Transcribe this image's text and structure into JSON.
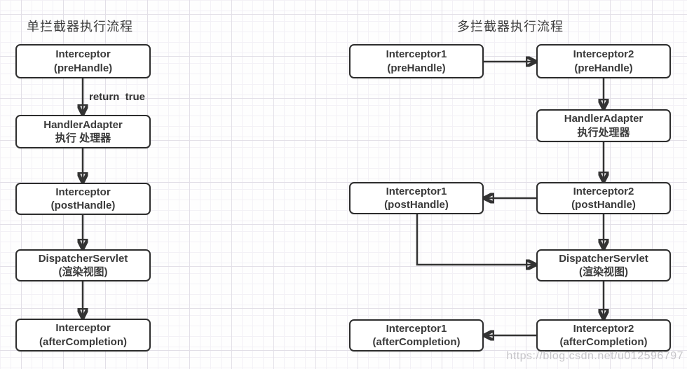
{
  "single": {
    "title": "单拦截器执行流程",
    "edge_label": "return  true",
    "nodes": {
      "prehandle": {
        "line1": "Interceptor",
        "line2": "(preHandle)"
      },
      "handler": {
        "line1": "HandlerAdapter",
        "line2": "执行 处理器"
      },
      "posthandle": {
        "line1": "Interceptor",
        "line2": "(postHandle)"
      },
      "dispatcher": {
        "line1": "DispatcherServlet",
        "line2": "(渲染视图)"
      },
      "aftercompletion": {
        "line1": "Interceptor",
        "line2": "(afterCompletion)"
      }
    }
  },
  "multi": {
    "title": "多拦截器执行流程",
    "nodes": {
      "i1_pre": {
        "line1": "Interceptor1",
        "line2": "(preHandle)"
      },
      "i2_pre": {
        "line1": "Interceptor2",
        "line2": "(preHandle)"
      },
      "handler": {
        "line1": "HandlerAdapter",
        "line2": "执行处理器"
      },
      "i2_post": {
        "line1": "Interceptor2",
        "line2": "(postHandle)"
      },
      "i1_post": {
        "line1": "Interceptor1",
        "line2": "(postHandle)"
      },
      "dispatcher": {
        "line1": "DispatcherServlet",
        "line2": "(渲染视图)"
      },
      "i2_after": {
        "line1": "Interceptor2",
        "line2": "(afterCompletion)"
      },
      "i1_after": {
        "line1": "Interceptor1",
        "line2": "(afterCompletion)"
      }
    }
  },
  "watermark": "https://blog.csdn.net/u012596797",
  "colors": {
    "connector_line": "#333333",
    "box_border": "#2d2d2d",
    "box_background": "#ffffff",
    "box_text": "#3a3a3a",
    "grid_major": "#e2dfe7",
    "grid_minor": "#f3f1f6",
    "watermark": "#c6c5c9"
  }
}
